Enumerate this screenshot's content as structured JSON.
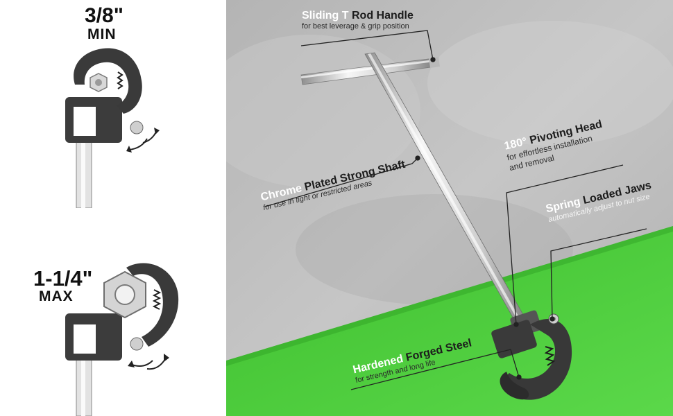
{
  "sizes": {
    "min": {
      "value": "3/8\"",
      "tag": "MIN"
    },
    "max": {
      "value": "1-1/4\"",
      "tag": "MAX"
    }
  },
  "callouts": {
    "sliding_handle": {
      "title_light": "Sliding T",
      "title_dark": " Rod Handle",
      "subtitle": "for best leverage & grip position"
    },
    "shaft": {
      "title_light": "Chrome",
      "title_dark": " Plated Strong Shaft",
      "subtitle": "for use in tight or restricted areas"
    },
    "pivot_head": {
      "title_light": "180°",
      "title_dark": " Pivoting Head",
      "subtitle_line1": "for effortless installation",
      "subtitle_line2": "and removal"
    },
    "jaws": {
      "title_light": "Spring",
      "title_dark": " Loaded Jaws",
      "subtitle": "automatically adjust to nut size"
    },
    "steel": {
      "title_light": "Hardened",
      "title_dark": " Forged Steel",
      "subtitle": "for strength and long life"
    }
  },
  "colors": {
    "concrete": "#bcbcbc",
    "green_surface": "#4ecb3c",
    "jaw_metal": "#3b3b3b",
    "chrome": "#d6d6d6"
  }
}
